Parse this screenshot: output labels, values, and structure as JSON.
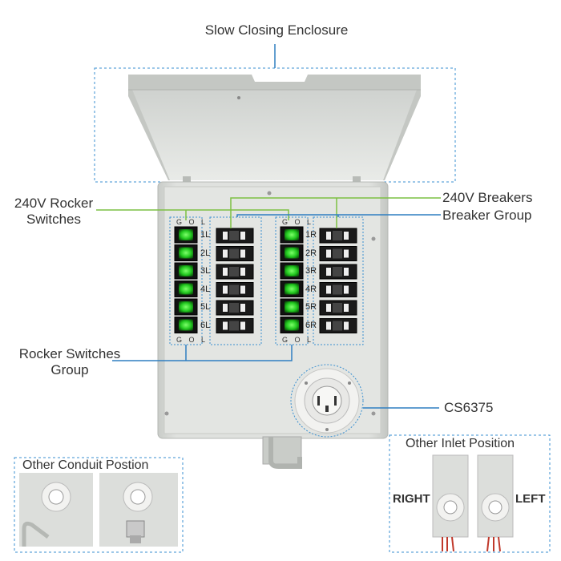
{
  "labels": {
    "enclosure": "Slow Closing Enclosure",
    "rocker_switches": [
      "240V Rocker",
      "Switches"
    ],
    "breakers": "240V Breakers",
    "breaker_group": "Breaker Group",
    "rocker_group": [
      "Rocker Switches",
      "Group"
    ],
    "inlet": "CS6375",
    "conduit_title": "Other Conduit Postion",
    "inlet_title": "Other Inlet Position",
    "right": "RIGHT",
    "left": "LEFT",
    "gol": "G O L"
  },
  "rows_left": [
    "1L",
    "2L",
    "3L",
    "4L",
    "5L",
    "6L"
  ],
  "rows_right": [
    "1R",
    "2R",
    "3R",
    "4R",
    "5R",
    "6R"
  ],
  "colors": {
    "line_green": "#7cc043",
    "line_blue": "#2f7fc1",
    "rocker_green": "#2bd92b",
    "panel_gray": "#d9dbd8",
    "dashed": "#3a8fd0"
  }
}
